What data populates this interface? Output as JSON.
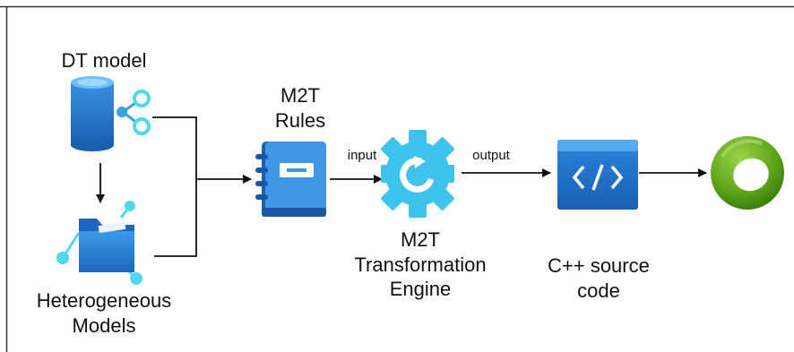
{
  "labels": {
    "dt_model": "DT model",
    "hetero_line1": "Heterogeneous",
    "hetero_line2": "Models",
    "rules_line1": "M2T",
    "rules_line2": "Rules",
    "input": "input",
    "output": "output",
    "engine_line1": "M2T",
    "engine_line2": "Transformation",
    "engine_line3": "Engine",
    "source_line1": "C++ source",
    "source_line2": "code"
  },
  "icons": {
    "dt_model": "database-share-icon",
    "hetero": "folder-network-icon",
    "rules": "notebook-icon",
    "engine": "gear-refresh-icon",
    "source": "code-window-icon",
    "output_logo": "green-ring-logo-icon"
  },
  "colors": {
    "azure_blue": "#2a7fd4",
    "cyan": "#50d8f0",
    "green_logo": "#6aaa1e",
    "arrow": "#111111"
  }
}
